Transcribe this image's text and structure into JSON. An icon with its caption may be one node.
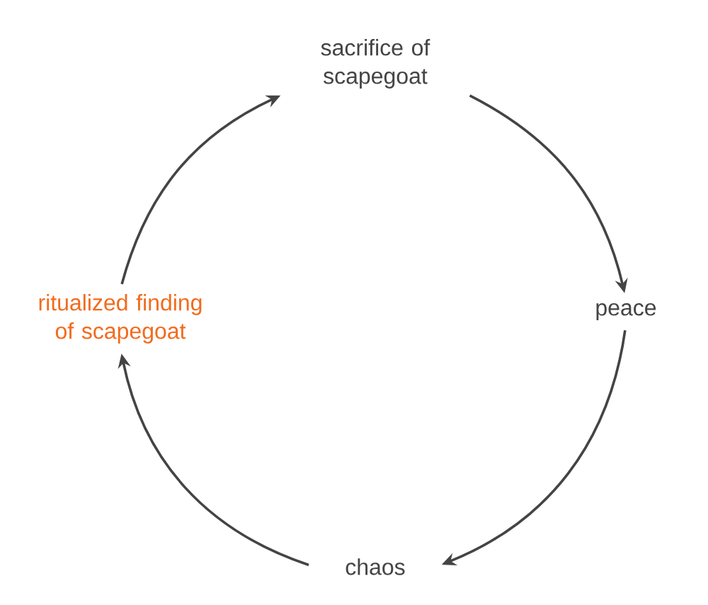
{
  "diagram": {
    "nodes": [
      {
        "text": [
          "sacrifice of scapegoat"
        ]
      },
      {
        "text": [
          "peace"
        ]
      },
      {
        "text": [
          "chaos"
        ]
      },
      {
        "text": [
          "ritualized finding of scapegoat"
        ]
      }
    ],
    "edges": [
      {
        "from": 0,
        "to": 1,
        "arrow": "to"
      },
      {
        "from": 1,
        "to": 2,
        "arrow": "to"
      },
      {
        "from": 2,
        "to": 3,
        "arrow": "to"
      },
      {
        "from": 3,
        "to": 0,
        "arrow": "to"
      }
    ]
  }
}
